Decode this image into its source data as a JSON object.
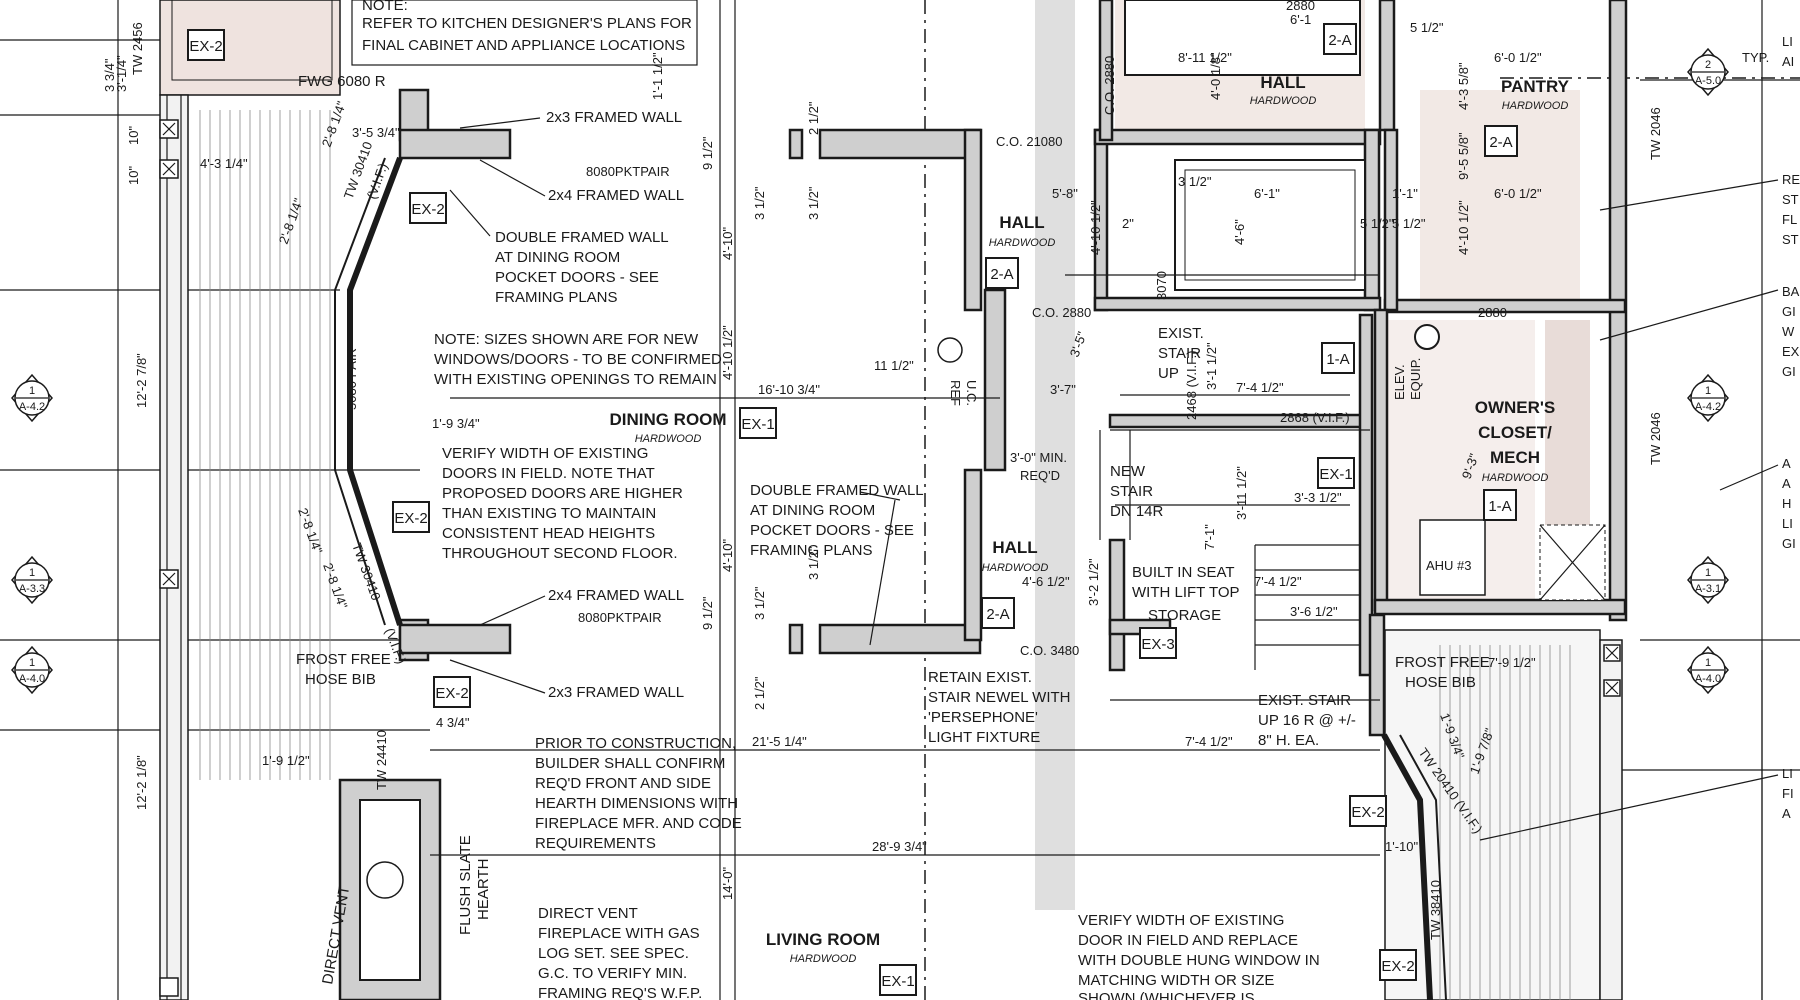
{
  "colors": {
    "line": "#1a1a1a",
    "wall_fill": "#cfcfcf",
    "hatch": "#dcdcdc",
    "tint": "#efe3df"
  },
  "rooms": {
    "dining": {
      "name": "DINING ROOM",
      "floor": "HARDWOOD"
    },
    "living": {
      "name": "LIVING ROOM",
      "floor": "HARDWOOD"
    },
    "hall_top": {
      "name": "HALL",
      "floor": "HARDWOOD"
    },
    "hall_mid": {
      "name": "HALL",
      "floor": "HARDWOOD"
    },
    "hall_low": {
      "name": "HALL",
      "floor": "HARDWOOD"
    },
    "pantry": {
      "name": "PANTRY",
      "floor": "HARDWOOD"
    },
    "owners": {
      "line1": "OWNER'S",
      "line2": "CLOSET/",
      "line3": "MECH",
      "floor": "HARDWOOD"
    }
  },
  "tags": {
    "ex2": "EX-2",
    "ex1": "EX-1",
    "ex3": "EX-3",
    "a2a": "2-A",
    "a1a": "1-A"
  },
  "notes": {
    "kitchen": [
      "NOTE:",
      "REFER TO KITCHEN DESIGNER'S PLANS FOR",
      "FINAL CABINET AND APPLIANCE LOCATIONS"
    ],
    "double_wall_top": [
      "DOUBLE FRAMED WALL",
      "AT DINING ROOM",
      "POCKET DOORS - SEE",
      "FRAMING PLANS"
    ],
    "sizes": [
      "NOTE: SIZES SHOWN ARE FOR NEW",
      "WINDOWS/DOORS - TO BE CONFIRMED",
      "WITH EXISTING OPENINGS TO REMAIN"
    ],
    "verify_doors": [
      "VERIFY WIDTH OF EXISTING",
      "DOORS IN FIELD.  NOTE THAT",
      "PROPOSED DOORS ARE HIGHER",
      "THAN EXISTING TO MAINTAIN",
      "CONSISTENT HEAD HEIGHTS",
      "THROUGHOUT SECOND FLOOR."
    ],
    "double_wall_mid": [
      "DOUBLE FRAMED WALL",
      "AT DINING ROOM",
      "POCKET DOORS - SEE",
      "FRAMING PLANS"
    ],
    "hearth": [
      "PRIOR TO CONSTRUCTION,",
      "BUILDER SHALL CONFIRM",
      "REQ'D FRONT AND SIDE",
      "HEARTH DIMENSIONS WITH",
      "FIREPLACE MFR. AND CODE",
      "REQUIREMENTS"
    ],
    "fireplace": [
      "DIRECT VENT",
      "FIREPLACE WITH GAS",
      "LOG SET. SEE SPEC.",
      "G.C. TO VERIFY MIN.",
      "FRAMING REQ'S W.F.P."
    ],
    "newel": [
      "RETAIN EXIST.",
      "STAIR NEWEL WITH",
      "'PERSEPHONE'",
      "LIGHT FIXTURE"
    ],
    "exist_stair_low": [
      "EXIST. STAIR",
      "UP 16 R @ +/-",
      "8\" H. EA."
    ],
    "window_verify": [
      "VERIFY WIDTH OF EXISTING",
      "DOOR IN FIELD AND REPLACE",
      "WITH DOUBLE HUNG WINDOW IN",
      "MATCHING WIDTH OR SIZE",
      "SHOWN (WHICHEVER IS"
    ],
    "seat": [
      "BUILT IN SEAT",
      "WITH LIFT TOP",
      "STORAGE"
    ],
    "new_stair": [
      "NEW",
      "STAIR",
      "DN 14R"
    ],
    "exist_stair_up": [
      "EXIST.",
      "STAIR",
      "UP"
    ],
    "min_req": [
      "3'-0\" MIN.",
      "REQ'D"
    ],
    "elev": [
      "ELEV.",
      "EQUIP."
    ],
    "ahu": "AHU #3",
    "uc_ref": [
      "U.C.",
      "REF"
    ]
  },
  "walls": {
    "framed_2x3_top": "2x3 FRAMED WALL",
    "framed_2x4_top": "2x4 FRAMED WALL",
    "framed_2x4_bot": "2x4 FRAMED WALL",
    "framed_2x3_bot": "2x3 FRAMED WALL",
    "pkt_top": "8080PKTPAIR",
    "pkt_bot": "8080PKTPAIR",
    "frost_left": [
      "FROST FREE",
      "HOSE BIB"
    ],
    "frost_right": [
      "FROST FREE",
      "HOSE BIB"
    ]
  },
  "openings": {
    "fwg": "FWG 6080 R",
    "tw2456": "TW 2456",
    "tw30410_a": "TW 30410",
    "tw30410_b": "TW 30410",
    "vif": "(V.I.F.)",
    "pair5080": "5080 PAIR",
    "tw24410": "TW 24410",
    "vif2": "(V.I.F.)",
    "co21080": "C.O. 21080",
    "co2880": "C.O. 2880",
    "co3480": "C.O. 3480",
    "co2880_v": "C.O. 2880",
    "d2880": "2880",
    "d2880b": "2880",
    "d2868a": "2468 (V.I.F.)",
    "d2868b": "2868 (V.I.F.)",
    "d3070": "3070",
    "tw2046a": "TW 2046",
    "tw2046b": "TW 2046",
    "tw20410": "TW 20410 (V.I.F.)",
    "tw38410": "TW 38410",
    "flush": [
      "FLUSH SLATE",
      "HEARTH"
    ],
    "dvent": "DIRECT VENT"
  },
  "dims": {
    "d1": "3 3/4\"",
    "d2": "3'-1/4\"",
    "d3": "10\"",
    "d4": "10\"",
    "d5": "4'-3 1/4\"",
    "d6": "2'-8 1/4\"",
    "d7": "3'-5 3/4\"",
    "d8": "2'-8 1/4\"",
    "d9": "12'-2 7/8\"",
    "d10": "12'-2 1/8\"",
    "d11": "1'-9 3/4\"",
    "d12": "1'-9 1/2\"",
    "d13": "2'-8 1/4\"",
    "d14": "2'-8 1/4\"",
    "d15": "4 3/4\"",
    "d16": "1'-1 1/2\"",
    "d17": "2 1/2\"",
    "d18": "9 1/2\"",
    "d19": "3 1/2\"",
    "d20": "3 1/2\"",
    "d21": "4'-10\"",
    "d22": "4'-10 1/2\"",
    "d23": "4'-10\"",
    "d24": "16'-10 3/4\"",
    "d25": "11 1/2\"",
    "d26": "3 1/2\"",
    "d27": "3 1/2\"",
    "d28": "9 1/2\"",
    "d29": "2 1/2\"",
    "d30": "21'-5 1/4\"",
    "d31": "28'-9 3/4\"",
    "d32": "14'-0\"",
    "d33": "8'-11 1/2\"",
    "d34": "4'-0 1/8\"",
    "d35": "3 1/2\"",
    "d36": "6'-1\"",
    "d37": "4'-6\"",
    "d38": "5'-8\"",
    "d39": "2\"",
    "d40": "4'-10 1/2\"",
    "d41": "6'-0 1/2\"",
    "d42": "4'-3 5/8\"",
    "d43": "9'-5 5/8\"",
    "d44": "6'-0 1/2\"",
    "d45": "5 1/2\"",
    "d46": "1'-1\"",
    "d47": "5 1/2\"",
    "d48": "4'-10 1/2\"",
    "d49": "3'-1 1/2\"",
    "d50": "7'-4 1/2\"",
    "d51": "3'-7\"",
    "d52": "3'-5\"",
    "d53": "3'-11 1/2\"",
    "d54": "7'-1\"",
    "d55": "3'-3 1/2\"",
    "d56": "3'-2 1/2\"",
    "d57": "4'-6 1/2\"",
    "d58": "7'-4 1/2\"",
    "d59": "3'-6 1/2\"",
    "d60": "7'-4 1/2\"",
    "d61": "7'-9 1/2\"",
    "d62": "9'-3\"",
    "d63": "1'-9 3/4\"",
    "d64": "1'-9 7/8\"",
    "d65": "1'-10\"",
    "d66": "6'-1",
    "d67": "5 1/2\""
  },
  "section_marks": {
    "left": [
      {
        "num": "1",
        "sheet": "A-4.2"
      },
      {
        "num": "1",
        "sheet": "A-3.3"
      },
      {
        "num": "1",
        "sheet": "A-4.0"
      }
    ],
    "right": [
      {
        "num": "2",
        "sheet": "A-5.0"
      },
      {
        "num": "1",
        "sheet": "A-4.2"
      },
      {
        "num": "1",
        "sheet": "A-3.1"
      },
      {
        "num": "1",
        "sheet": "A-4.0"
      }
    ],
    "typ": "TYP."
  },
  "edge_text": {
    "top_right": [
      "LI",
      "AI"
    ],
    "r1": [
      "RE",
      "ST",
      "FL",
      "ST"
    ],
    "r2": [
      "BA",
      "GI",
      "W",
      "EX",
      "GI"
    ],
    "r3": [
      "A",
      "A",
      "H",
      "LI",
      "GI"
    ],
    "r4": [
      "LI",
      "FI",
      "A"
    ]
  }
}
